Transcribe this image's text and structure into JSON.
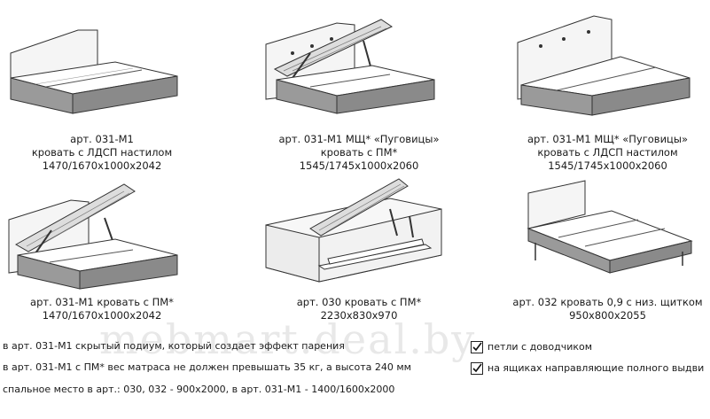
{
  "products": [
    {
      "art": "арт. 031-М1",
      "desc": "кровать с ЛДСП настилом",
      "dims": "1470/1670x1000x2042"
    },
    {
      "art": "арт. 031-М1 МЩ* «Пуговицы»",
      "desc": "кровать с ПМ*",
      "dims": "1545/1745x1000x2060"
    },
    {
      "art": "арт. 031-М1 МЩ* «Пуговицы»",
      "desc": "кровать с ЛДСП настилом",
      "dims": "1545/1745x1000x2060"
    },
    {
      "art": "арт. 031-М1 кровать с ПМ*",
      "desc": "1470/1670x1000x2042"
    },
    {
      "art": "арт. 030 кровать с ПМ*",
      "desc": "2230x830x970"
    },
    {
      "art": "арт. 032 кровать 0,9 с низ. щитком",
      "desc": "950x800x2055"
    }
  ],
  "notes": [
    "в арт. 031-М1 скрытый подиум, который создает эффект парения",
    "в арт. 031-М1 с ПМ* вес матраса не должен превышать 35 кг, а высота 240 мм",
    "спальное место в арт.: 030, 032 - 900x2000, в арт. 031-М1 - 1400/1600x2000"
  ],
  "features": [
    {
      "label": "петли с доводчиком",
      "checked": true
    },
    {
      "label": "на ящиках направляющие полного выдви",
      "checked": true
    }
  ],
  "watermark": "mebmart.deal.by",
  "colors": {
    "frame": "#8f8f8f",
    "outline": "#2a2a2a",
    "panel": "#f4f4f4"
  }
}
